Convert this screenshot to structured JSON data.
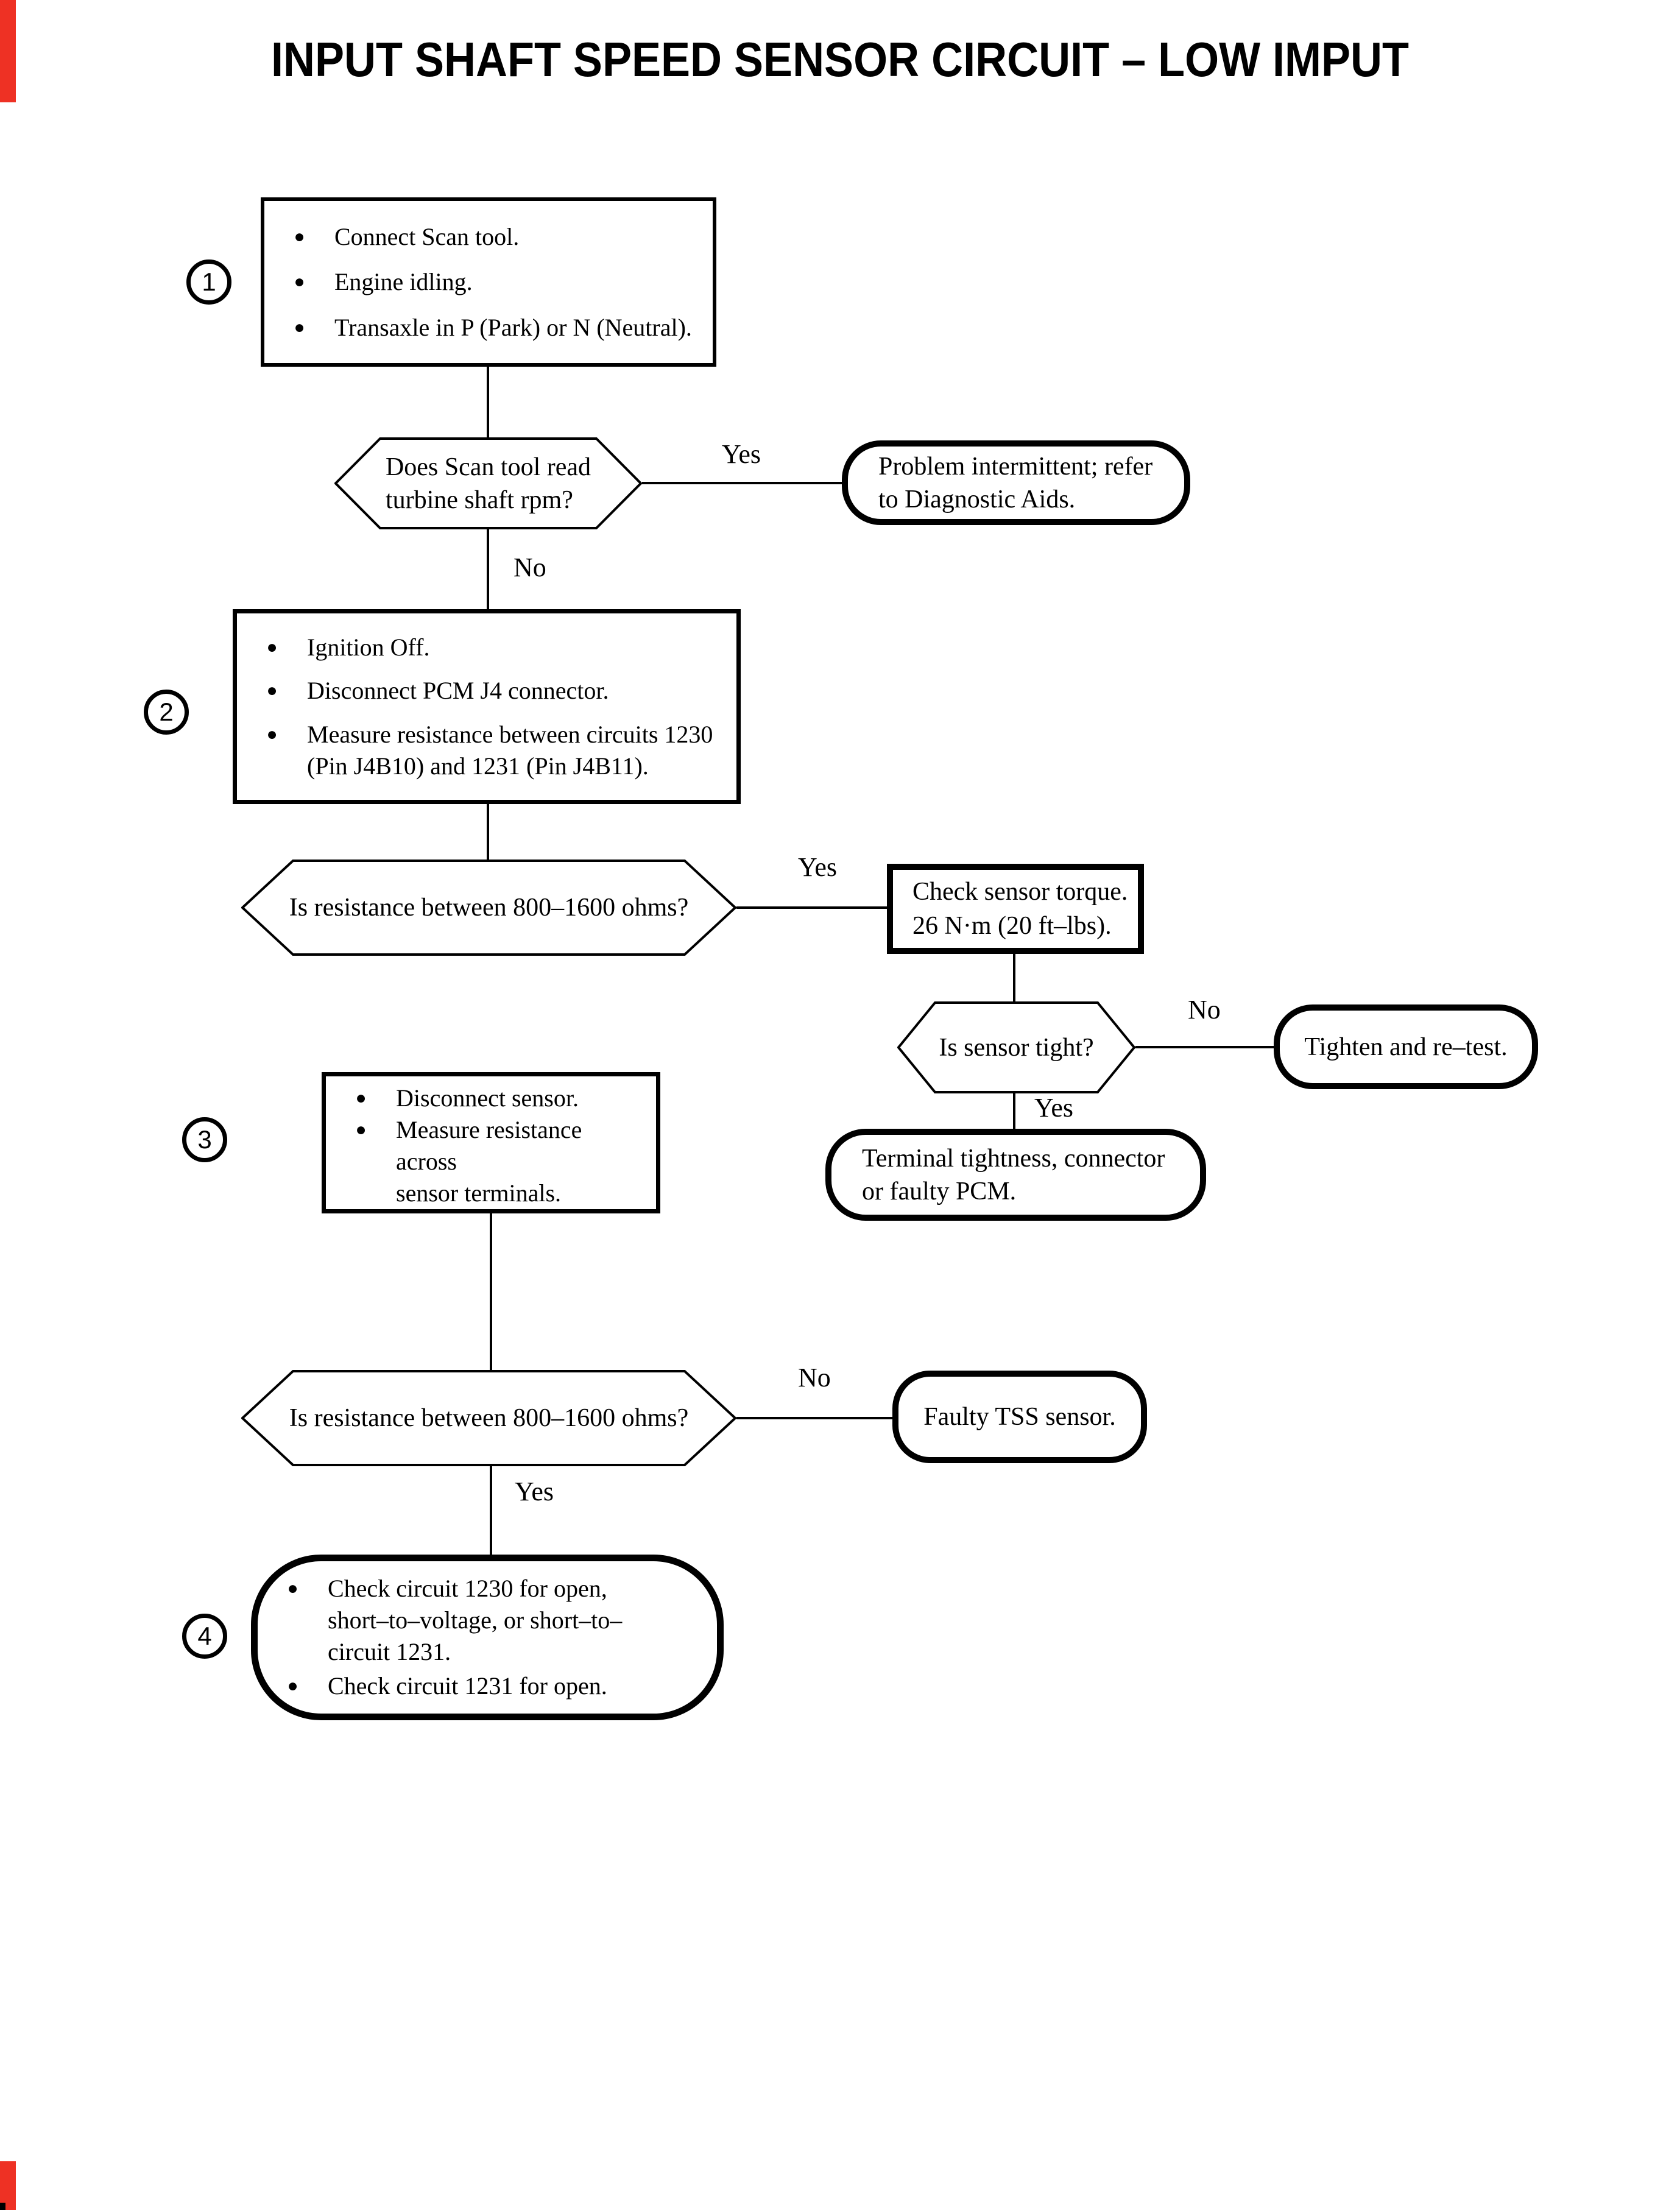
{
  "title": "INPUT SHAFT SPEED SENSOR CIRCUIT – LOW IMPUT",
  "glyphs": {
    "bullet": "●"
  },
  "colors": {
    "edge_artifact": "#ee3124",
    "ink": "#000000",
    "paper": "#ffffff"
  },
  "labels": {
    "yes": "Yes",
    "no": "No"
  },
  "steps": {
    "step1": {
      "number": "1",
      "bullet1": "Connect Scan tool.",
      "bullet2": "Engine idling.",
      "bullet3": "Transaxle in P (Park) or N (Neutral)."
    },
    "step2": {
      "number": "2",
      "bullet1": "Ignition Off.",
      "bullet2": "Disconnect PCM J4 connector.",
      "bullet3": "Measure resistance between circuits 1230\n(Pin J4B10) and 1231 (Pin J4B11)."
    },
    "step3": {
      "number": "3",
      "bullet1": "Disconnect sensor.",
      "bullet2": "Measure resistance across\nsensor terminals."
    },
    "step4": {
      "number": "4",
      "bullet1": "Check circuit 1230 for open,\nshort–to–voltage, or short–to–\ncircuit 1231.",
      "bullet2": "Check circuit 1231 for open."
    }
  },
  "decisions": {
    "scan_tool_rpm": "Does Scan tool read\nturbine shaft rpm?",
    "resistance_1": "Is resistance between 800–1600 ohms?",
    "sensor_tight": "Is sensor tight?",
    "resistance_2": "Is resistance between 800–1600 ohms?"
  },
  "actions": {
    "problem_intermittent": "Problem intermittent; refer\nto Diagnostic Aids.",
    "check_torque": "Check sensor torque.\n26 N·m (20 ft–lbs).",
    "tighten_retest": "Tighten and re–test.",
    "terminal_tightness": "Terminal tightness, connector\nor faulty PCM.",
    "faulty_tss": "Faulty TSS sensor."
  }
}
